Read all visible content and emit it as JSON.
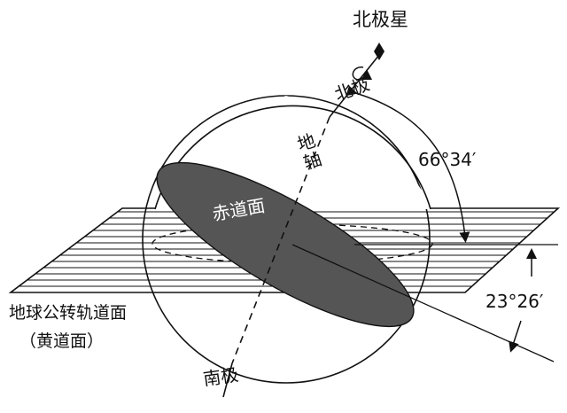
{
  "labels": {
    "polaris": "北极星",
    "north_pole": "北极",
    "earth_axis": "地轴",
    "equator_plane": "赤道面",
    "tilt_angle": "66°34′",
    "obliquity": "23°26′",
    "orbit_plane": "地球公转轨道面",
    "ecliptic": "（黄道面）",
    "south_pole": "南极"
  },
  "colors": {
    "ink": "#111111",
    "equator_fill": "#555555",
    "equator_text": "#ffffff",
    "background": "#ffffff"
  },
  "icons": {
    "star": "polaris-star-icon",
    "rotation": "rotation-arrow-icon"
  }
}
